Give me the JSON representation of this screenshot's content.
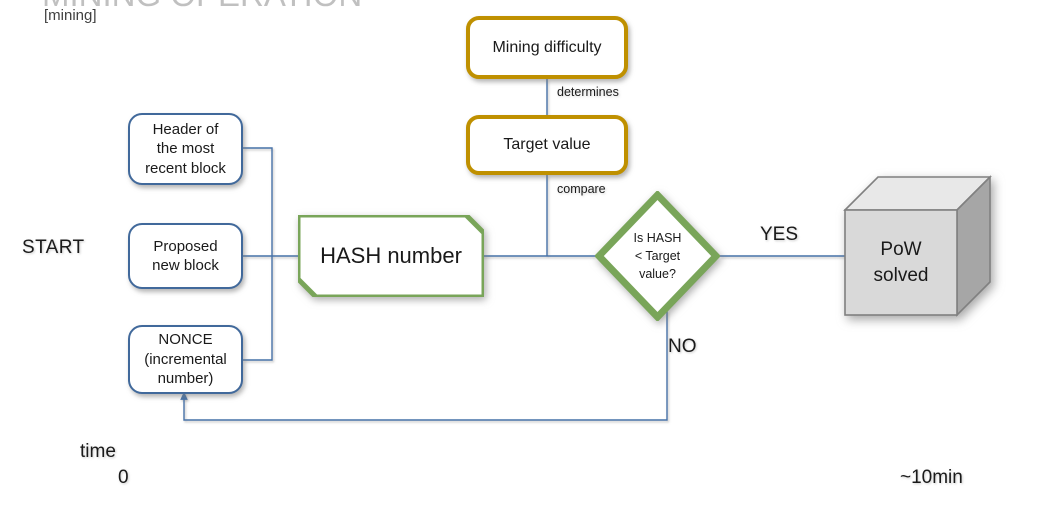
{
  "slide": {
    "title": "MINING OPERATION",
    "subtitle": "[mining]"
  },
  "colors": {
    "blue_border": "#41699b",
    "green_border": "#79a559",
    "brown_border": "#bf9000",
    "connector_blue": "#4472a8",
    "timeline_blue": "#4472c4",
    "cube_front": "#d9d9d9",
    "cube_top": "#e8e8e8",
    "cube_side": "#a6a6a6",
    "cube_outline": "#808080"
  },
  "labels": {
    "start": "START",
    "yes": "YES",
    "no": "NO",
    "determines": "determines",
    "compare": "compare"
  },
  "inputs": [
    {
      "id": "header-block",
      "text": "Header of\nthe most\nrecent block"
    },
    {
      "id": "proposed-block",
      "text": "Proposed\nnew block"
    },
    {
      "id": "nonce",
      "text": "NONCE\n(incremental\nnumber)"
    }
  ],
  "hash_node": {
    "label": "HASH number"
  },
  "difficulty_nodes": [
    {
      "id": "mining-difficulty",
      "label": "Mining difficulty"
    },
    {
      "id": "target-value",
      "label": "Target value"
    }
  ],
  "decision": {
    "label": "Is HASH\n< Target\nvalue?"
  },
  "result": {
    "label": "PoW\nsolved"
  },
  "timeline": {
    "axis_label": "time",
    "start_tick": "0",
    "end_tick": "~10min"
  }
}
